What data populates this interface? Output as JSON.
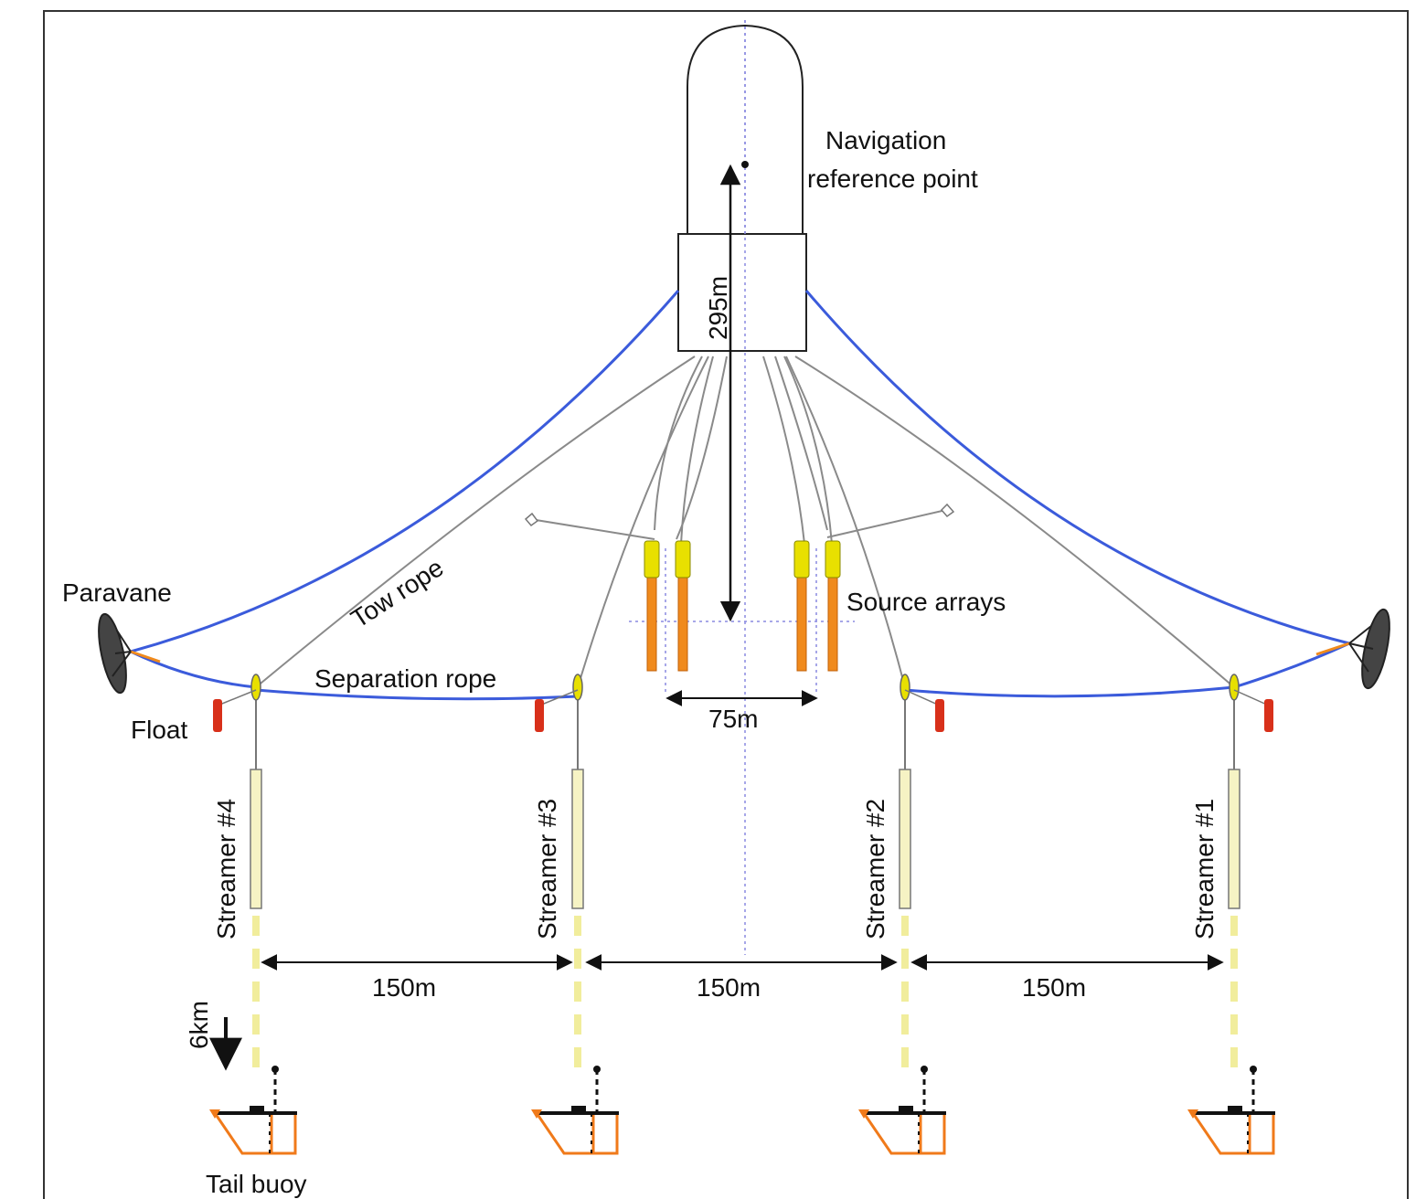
{
  "labels": {
    "nav_ref": [
      "Navigation",
      "reference point"
    ],
    "dist_295": "295m",
    "paravane": "Paravane",
    "tow_rope": "Tow rope",
    "separation_rope": "Separation rope",
    "source_arrays": "Source arrays",
    "float": "Float",
    "dist_75": "75m",
    "streamer_1": "Streamer #1",
    "streamer_2": "Streamer #2",
    "streamer_3": "Streamer #3",
    "streamer_4": "Streamer #4",
    "spacing_1": "150m",
    "spacing_2": "150m",
    "spacing_3": "150m",
    "dist_6km": "6km",
    "tail_buoy": "Tail buoy"
  },
  "colors": {
    "separation_rope": "#3b5bdb",
    "tow_rope": "#808080",
    "source_array": "#f08a1c",
    "source_head": "#e8e000",
    "float": "#d8301a",
    "streamer_body": "#f6f3c4",
    "tail_buoy": "#f07a1a",
    "centerline": "#8a8ae0"
  }
}
